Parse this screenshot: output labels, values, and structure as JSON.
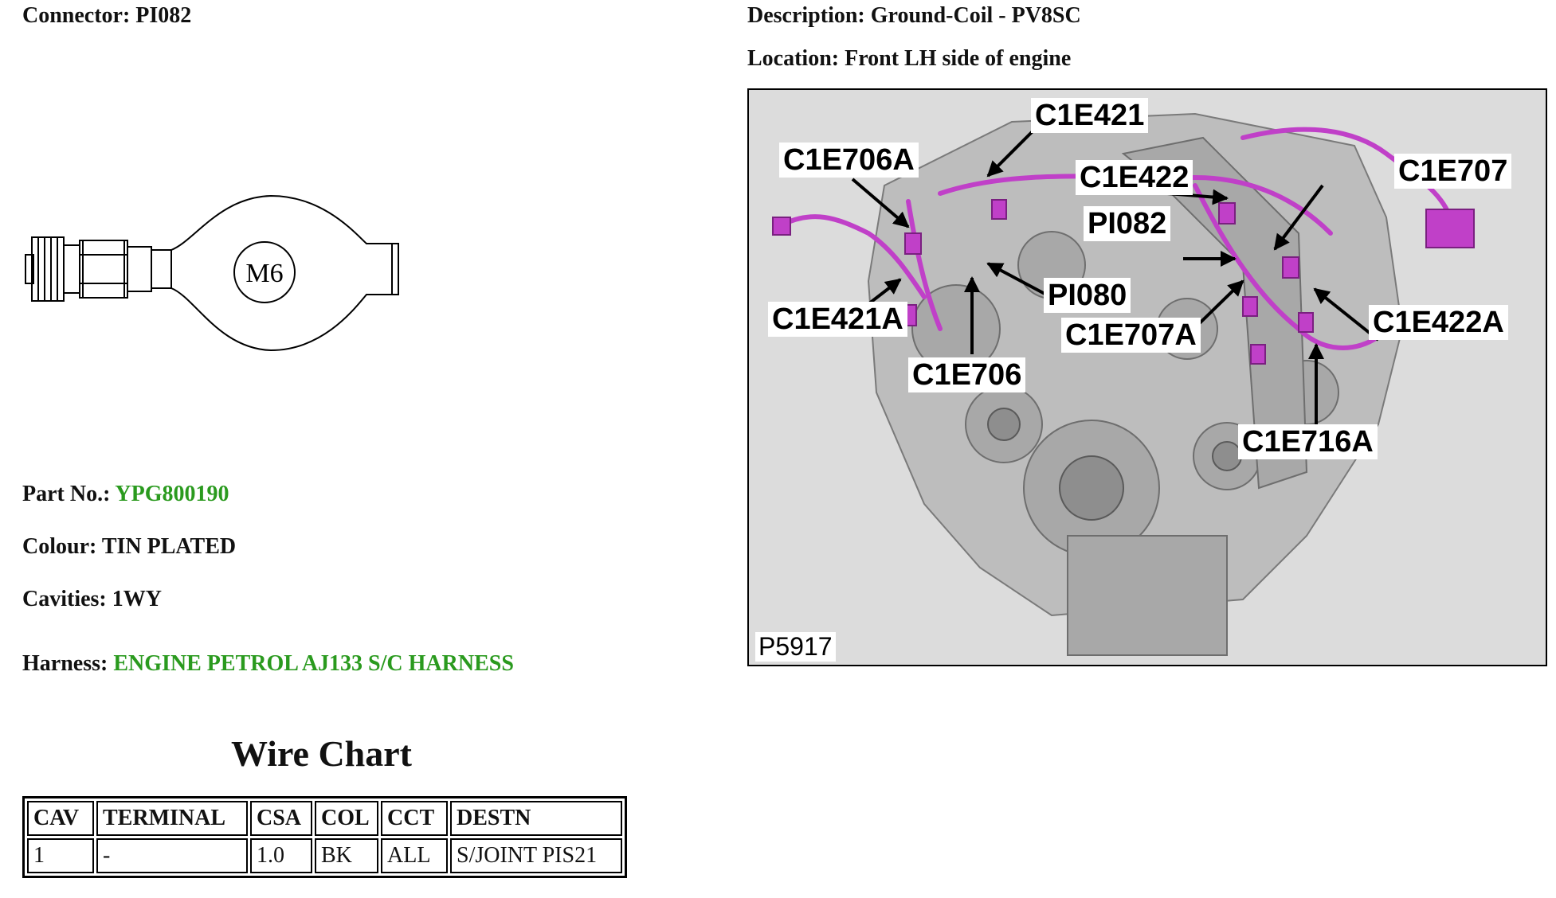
{
  "connector": {
    "label": "Connector:",
    "value": "PI082"
  },
  "description": {
    "label": "Description:",
    "value": "Ground-Coil - PV8SC"
  },
  "location": {
    "label": "Location:",
    "value": "Front LH side of engine"
  },
  "terminal_drawing": {
    "stud_label": "M6"
  },
  "part_no": {
    "label": "Part No.:",
    "value": "YPG800190"
  },
  "colour": {
    "label": "Colour:",
    "value": "TIN PLATED"
  },
  "cavities": {
    "label": "Cavities:",
    "value": "1WY"
  },
  "harness": {
    "label": "Harness:",
    "value": "ENGINE PETROL AJ133 S/C HARNESS"
  },
  "wire_chart": {
    "title": "Wire Chart",
    "headers": [
      "CAV",
      "TERMINAL",
      "CSA",
      "COL",
      "CCT",
      "DESTN"
    ],
    "rows": [
      [
        "1",
        "-",
        "1.0",
        "BK",
        "ALL",
        "S/JOINT PIS21"
      ]
    ]
  },
  "figure": {
    "id": "P5917",
    "callouts": [
      "C1E421",
      "C1E706A",
      "C1E422",
      "C1E707",
      "PI082",
      "PI080",
      "C1E421A",
      "C1E707A",
      "C1E422A",
      "C1E706",
      "C1E716A"
    ],
    "harness_color": "#c040c8"
  }
}
